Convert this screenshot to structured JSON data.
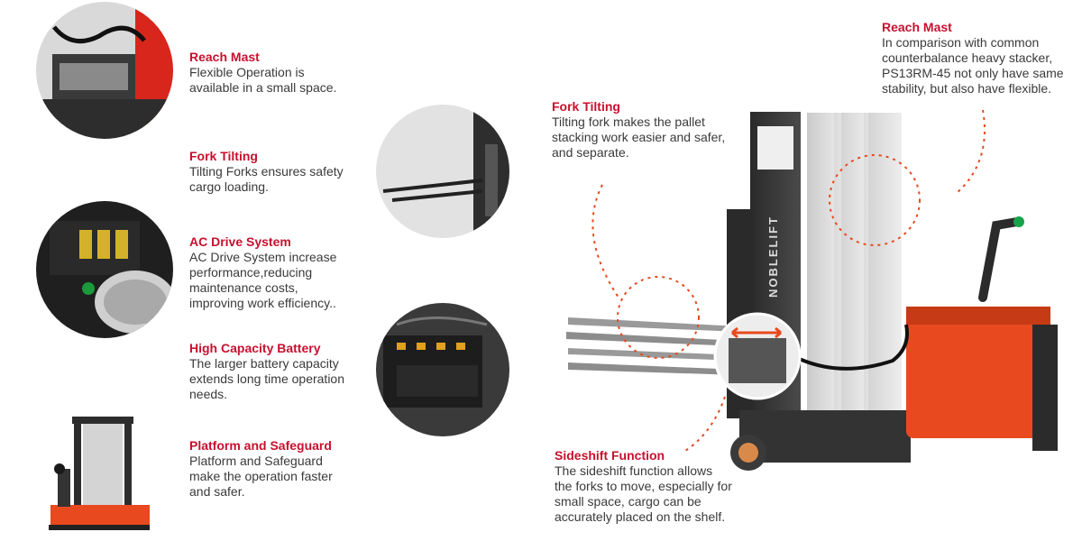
{
  "features": [
    {
      "title": "Reach Mast",
      "text": "Flexible Operation is\navailable in a small space."
    },
    {
      "title": "Fork Tilting",
      "text": "Tilting Forks ensures safety\ncargo loading."
    },
    {
      "title": "AC Drive System",
      "text": "AC Drive System increase\nperformance,reducing\nmaintenance costs,\nimproving work efficiency.."
    },
    {
      "title": "High Capacity Battery",
      "text": "The larger battery capacity\nextends long time operation\nneeds."
    },
    {
      "title": "Platform and Safeguard",
      "text": "Platform and Safeguard\nmake the operation faster\nand safer."
    }
  ],
  "callouts": {
    "reach_mast": {
      "title": "Reach Mast",
      "text": "In comparison with common\ncounterbalance heavy stacker,\nPS13RM-45 not only have same\nstability, but also have flexible."
    },
    "fork_tilting": {
      "title": "Fork Tilting",
      "text": "Tilting fork makes the pallet\nstacking work easier and safer,\nand separate."
    },
    "sideshift": {
      "title": "Sideshift Function",
      "text": "The sideshift function allows\nthe forks to move, especially for\nsmall space, cargo can be\naccurately placed on the shelf."
    }
  },
  "brand": {
    "mast_logo": "NOBLELIFT"
  },
  "colors": {
    "accent": "#c8102e",
    "body_orange": "#e8491f",
    "frame": "#2b2b2b"
  }
}
